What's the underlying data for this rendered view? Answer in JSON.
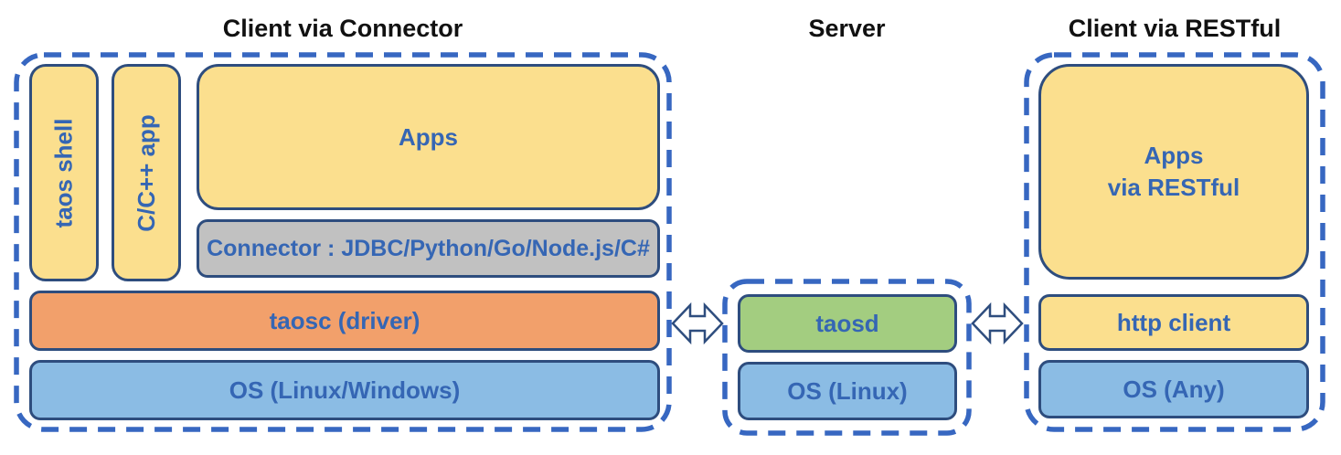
{
  "diagram": {
    "type": "architecture-diagram",
    "colors": {
      "dashed_border": "#3767c1",
      "box_border": "#2e4d7e",
      "box_text": "#3566b4",
      "title_text": "#111111",
      "yellow_fill": "#fbdf8e",
      "orange_fill": "#f2a06b",
      "green_fill": "#a3cd80",
      "blue_fill": "#8bbce4",
      "gray_fill": "#c1c1c1"
    },
    "sections": {
      "client_connector": {
        "title": "Client via Connector",
        "boxes": {
          "taos_shell": "taos shell",
          "cpp_app": "C/C++ app",
          "apps": "Apps",
          "connector": "Connector : JDBC/Python/Go/Node.js/C#",
          "taosc": "taosc (driver)",
          "os": "OS (Linux/Windows)"
        }
      },
      "server": {
        "title": "Server",
        "boxes": {
          "taosd": "taosd",
          "os": "OS (Linux)"
        }
      },
      "client_restful": {
        "title": "Client via RESTful",
        "boxes": {
          "apps_via_restful": "Apps\nvia RESTful",
          "http_client": "http client",
          "os": "OS (Any)"
        }
      }
    },
    "connections": [
      {
        "from": "client_connector",
        "to": "server",
        "style": "bidirectional-arrow"
      },
      {
        "from": "server",
        "to": "client_restful",
        "style": "bidirectional-arrow"
      }
    ]
  }
}
